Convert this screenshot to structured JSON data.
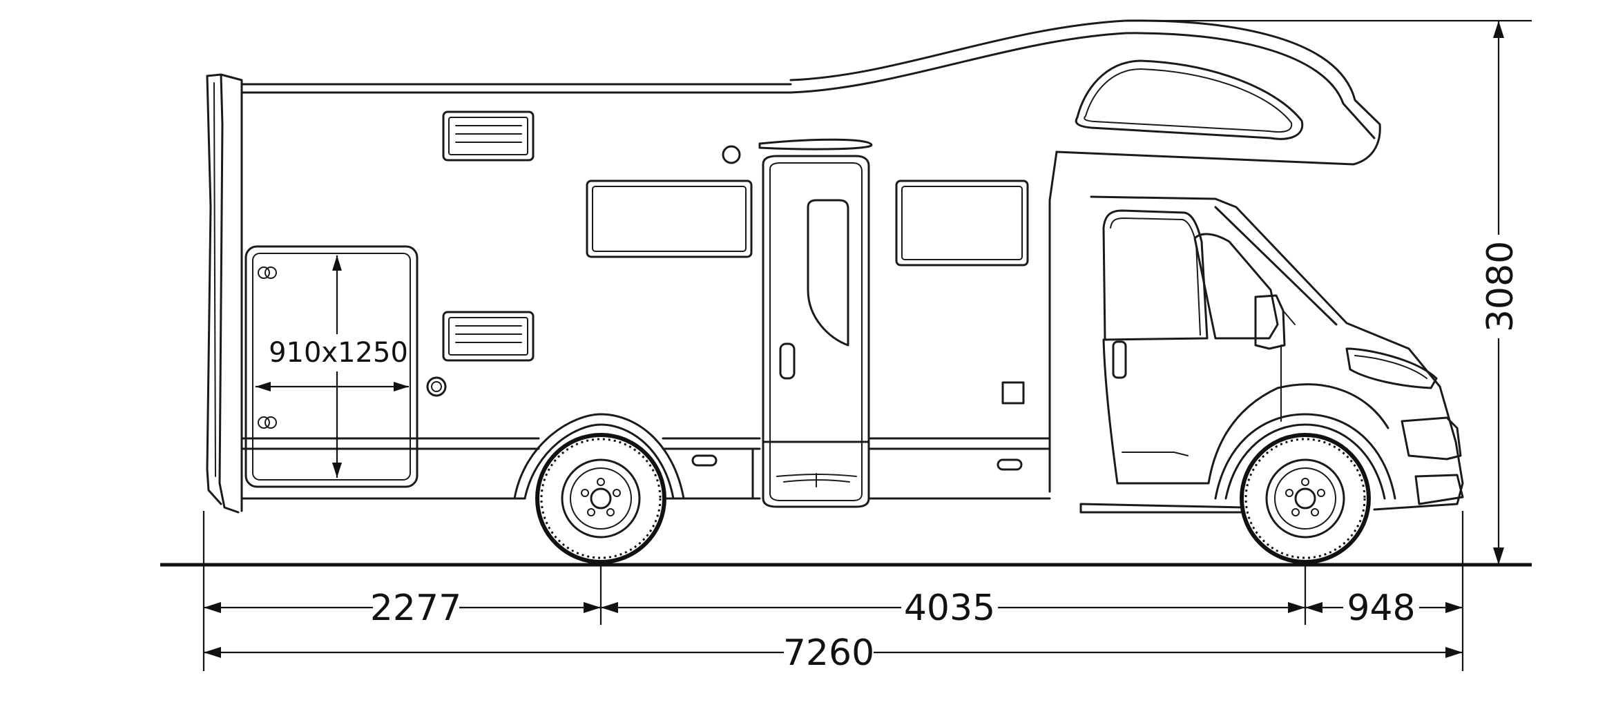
{
  "vehicle": {
    "door_label": "910x1250"
  },
  "dimensions": {
    "rear_overhang": "2277",
    "wheelbase": "4035",
    "front_overhang": "948",
    "overall_length": "7260",
    "overall_height": "3080"
  },
  "colors": {
    "line": "#1a1a1a",
    "background": "#ffffff"
  }
}
